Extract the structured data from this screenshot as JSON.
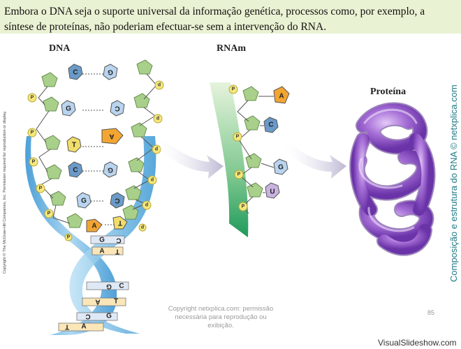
{
  "header": {
    "text": "Embora o DNA seja o suporte universal da informação genética, processos como, por exemplo, a síntese de proteínas, não poderiam efectuar-se sem a intervenção do RNA."
  },
  "labels": {
    "dna": "DNA",
    "rnam": "RNAm",
    "proteina": "Proteína"
  },
  "side_copyright": "Copyright © The McGraw-Hill Companies, Inc. Permission required for reproduction or display.",
  "side_site": "Composição e estrutura do RNA © netxplica.com",
  "watermark": {
    "line1": "Copyright netxplica.com: permissão",
    "line2": "necessária para reprodução ou exibição."
  },
  "page_number": "85",
  "brand": "VisualSlideshow.com",
  "dna_pairs": [
    {
      "left": "C",
      "right": "G"
    },
    {
      "left": "G",
      "right": "C"
    },
    {
      "left": "T",
      "right": "A"
    },
    {
      "left": "C",
      "right": "G"
    },
    {
      "left": "G",
      "right": "C"
    },
    {
      "left": "A",
      "right": "T"
    }
  ],
  "helix_pairs": [
    {
      "left": "G",
      "right": "C"
    },
    {
      "left": "A",
      "right": "T"
    },
    {
      "left": "G",
      "right": "C"
    },
    {
      "left": "A",
      "right": "T"
    },
    {
      "left": "C",
      "right": "G"
    },
    {
      "left": "T",
      "right": "A"
    }
  ],
  "rna_bases": [
    "A",
    "C",
    "G",
    "U"
  ],
  "strand_labels": {
    "phosphate": "P",
    "deoxyribose": "d"
  },
  "colors": {
    "header_bg": "#e9f2d3",
    "sugar": "#a8d08a",
    "phosphate": "#f5e77a",
    "C": "#6a9ac8",
    "G": "#b9d4ef",
    "A": "#f3a531",
    "T": "#f1dd6b",
    "U": "#c9b3e0",
    "protein": "#9d63cf",
    "side_text": "#1e7a86"
  }
}
